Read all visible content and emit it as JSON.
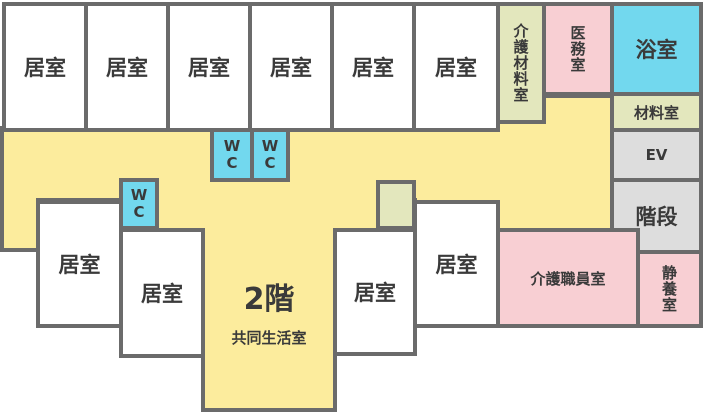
{
  "floor_plan": {
    "living_room_label": "居室",
    "care_materials_room": "介護材料室",
    "medical_office": "医務室",
    "bathroom": "浴室",
    "materials_room": "材料室",
    "elevator": "EV",
    "stairs": "階段",
    "care_staff_room": "介護職員室",
    "quiet_room": "静養室",
    "wc_top": "W",
    "wc_bottom": "C",
    "floor_number": "2階",
    "common_room": "共同生活室"
  },
  "colors": {
    "walls": "#6b6b6b",
    "common_area": "#fcec9d",
    "staff_rooms": "#f8cfd3",
    "wet_rooms": "#72d8ee",
    "storage": "#e3e7bd",
    "service": "#dddddd"
  }
}
